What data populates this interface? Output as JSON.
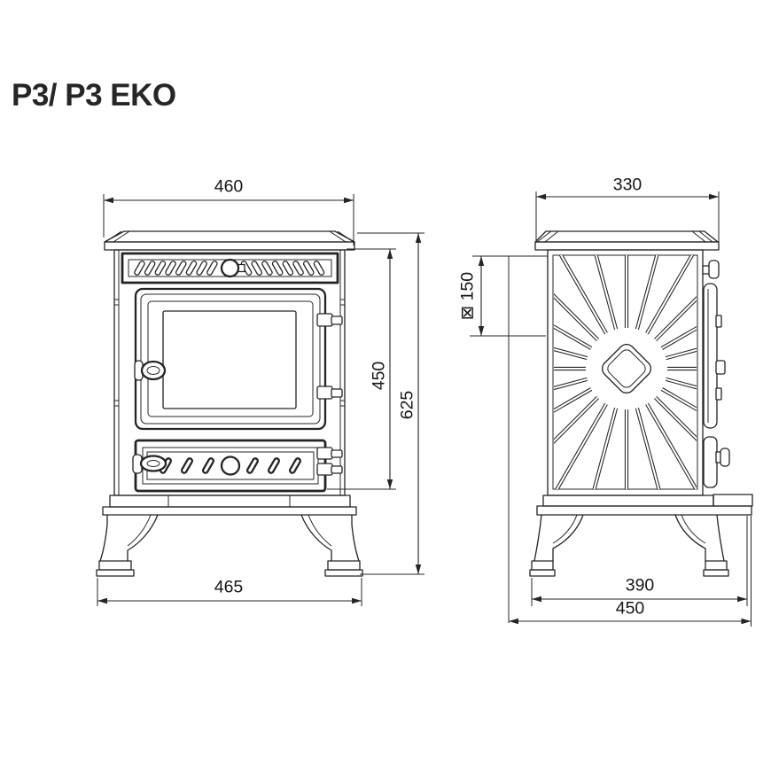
{
  "title": "P3/ P3 EKO",
  "front_view": {
    "dim_top_width": "460",
    "dim_body_height": "450",
    "dim_total_height": "625",
    "dim_base_width": "465"
  },
  "side_view": {
    "dim_top_depth": "330",
    "dim_flue_outlet": "⊠ 150",
    "dim_leg_depth": "390",
    "dim_total_depth": "450"
  }
}
